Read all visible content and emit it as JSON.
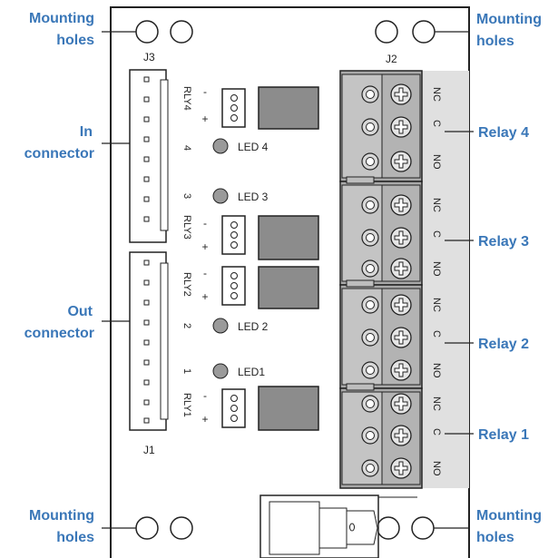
{
  "callouts": {
    "mount_tl_1": "Mounting",
    "mount_tl_2": "holes",
    "mount_tr_1": "Mounting",
    "mount_tr_2": "holes",
    "mount_bl_1": "Mounting",
    "mount_bl_2": "holes",
    "mount_br_1": "Mounting",
    "mount_br_2": "holes",
    "in_conn_1": "In",
    "in_conn_2": "connector",
    "out_conn_1": "Out",
    "out_conn_2": "connector",
    "relay4": "Relay 4",
    "relay3": "Relay 3",
    "relay2": "Relay 2",
    "relay1": "Relay 1"
  },
  "board": {
    "j3": "J3",
    "j2": "J2",
    "j1": "J1",
    "rly4": "RLY4",
    "rly3": "RLY3",
    "rly2": "RLY2",
    "rly1": "RLY1",
    "num4": "4",
    "num3": "3",
    "num2": "2",
    "num1": "1",
    "minus": "-",
    "plus": "+",
    "led4": "LED 4",
    "led3": "LED 3",
    "led2": "LED 2",
    "led1": "LED1",
    "nc": "NC",
    "c": "C",
    "no": "NO"
  },
  "colors": {
    "accent": "#3a77b8"
  }
}
